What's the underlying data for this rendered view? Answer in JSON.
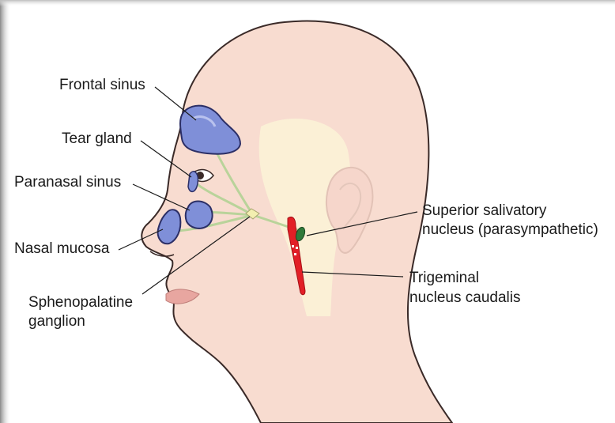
{
  "labels": {
    "frontal_sinus": "Frontal sinus",
    "tear_gland": "Tear gland",
    "paranasal_sinus": "Paranasal sinus",
    "nasal_mucosa": "Nasal mucosa",
    "sphenopalatine_ganglion": [
      "Sphenopalatine",
      "ganglion"
    ],
    "superior_salivatory_nucleus": [
      "Superior salivatory",
      "nucleus (parasympathetic)"
    ],
    "trigeminal_nucleus_caudalis": [
      "Trigeminal",
      "nucleus caudalis"
    ]
  },
  "colors": {
    "skin": "#f8dcd0",
    "skin_outline": "#3a2a28",
    "brainstem_region": "#fbf0d6",
    "sinus_fill": "#7f8fd8",
    "sinus_highlight": "#b9c2ee",
    "sinus_outline": "#2c2f66",
    "nerve": "#b9d39a",
    "ganglion": "#f3efb0",
    "salivatory_nucleus": "#2f7a3a",
    "trigeminal_nucleus": "#e21f26",
    "lips": "#e8a6a0",
    "frame_gradient_left": "#7a7a7a"
  }
}
